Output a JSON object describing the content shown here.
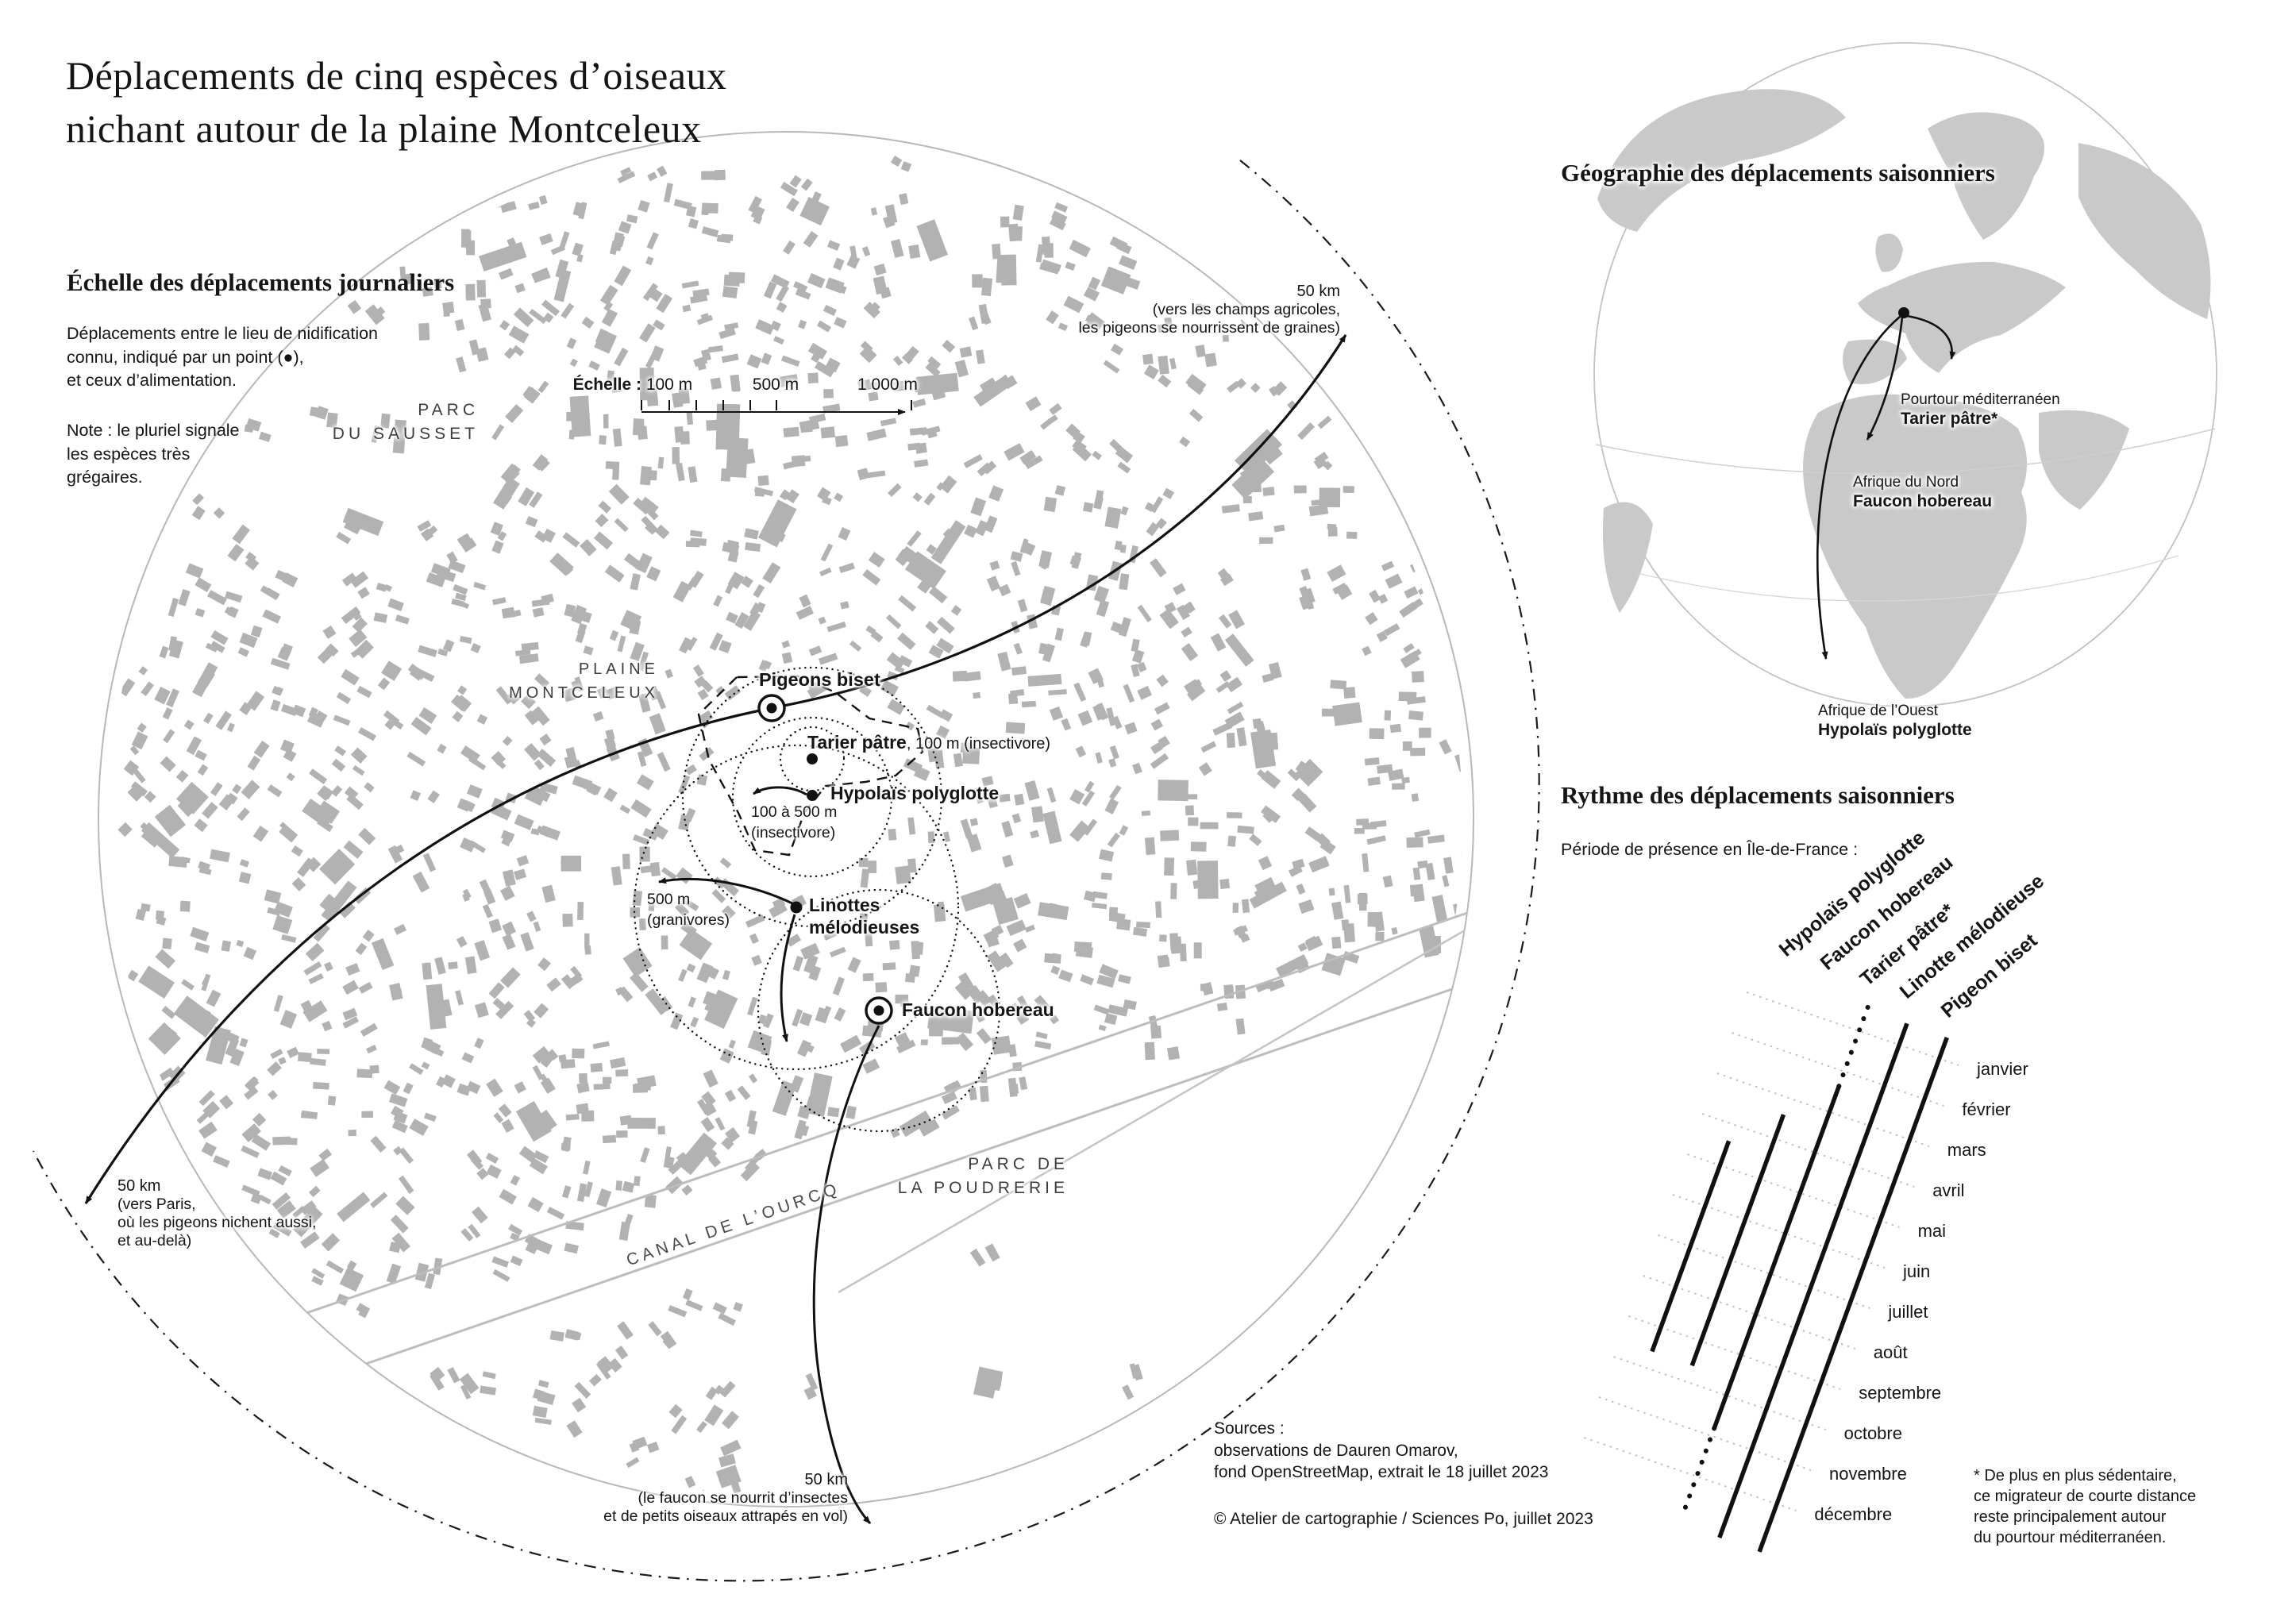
{
  "page_title_lines": [
    "Déplacements de cinq espèces d’oiseaux",
    "nichant autour de la plaine Montceleux"
  ],
  "daily_section": {
    "heading": "Échelle des déplacements journaliers",
    "intro_lines": [
      "Déplacements entre le lieu de nidification",
      "connu, indiqué par un point (●),",
      "et ceux d’alimentation."
    ],
    "note_lines": [
      "Note : le pluriel signale",
      "les espèces très",
      "grégaires."
    ]
  },
  "scale_bar": {
    "label": "Échelle :",
    "ticks": [
      "100 m",
      "500 m",
      "1 000 m"
    ]
  },
  "map": {
    "area_labels": {
      "parc_sausset": [
        "PARC",
        "DU SAUSSET"
      ],
      "plaine": [
        "PLAINE",
        "MONTCELEUX"
      ],
      "canal": "CANAL DE L’OURCQ",
      "poudrerie": [
        "PARC DE",
        "LA POUDRERIE"
      ]
    },
    "species_points": [
      {
        "label": "Pigeons biset"
      },
      {
        "label": "Tarier pâtre",
        "detail": ", 100 m (insectivore)"
      },
      {
        "label": "Hypolaïs polyglotte"
      },
      {
        "label": "Linottes",
        "label2": "mélodieuses"
      },
      {
        "label": "Faucon hobereau"
      }
    ],
    "range_annotations": [
      {
        "lines": [
          "100 à 500 m",
          "(insectivore)"
        ]
      },
      {
        "lines": [
          "500 m",
          "(granivores)"
        ]
      }
    ],
    "distance_annotations": [
      {
        "lines": [
          "50 km",
          "(vers les champs agricoles,",
          "les pigeons se nourrissent de graines)"
        ]
      },
      {
        "lines": [
          "50 km",
          "(vers Paris,",
          "où les pigeons nichent aussi,",
          "et au-delà)"
        ]
      },
      {
        "lines": [
          "50 km",
          "(le faucon se nourrit d’insectes",
          "et de petits oiseaux attrapés en vol)"
        ]
      }
    ]
  },
  "geography_section": {
    "heading": "Géographie des déplacements saisonniers",
    "destinations": [
      {
        "region": "Pourtour méditerranéen",
        "species": "Tarier pâtre*"
      },
      {
        "region": "Afrique du Nord",
        "species": "Faucon hobereau"
      },
      {
        "region": "Afrique de l’Ouest",
        "species": "Hypolaïs polyglotte"
      }
    ]
  },
  "rhythm_section": {
    "heading": "Rythme des déplacements saisonniers",
    "subheading": "Période de présence en Île-de-France :",
    "footnote_lines": [
      "* De plus en plus sédentaire,",
      "ce migrateur de courte distance",
      "reste principalement autour",
      "du pourtour méditerranéen."
    ]
  },
  "chart_data": {
    "type": "gantt",
    "title": "Rythme des déplacements saisonniers",
    "subtitle": "Période de présence en Île-de-France :",
    "categories_months": [
      "janvier",
      "février",
      "mars",
      "avril",
      "mai",
      "juin",
      "juillet",
      "août",
      "septembre",
      "octobre",
      "novembre",
      "décembre"
    ],
    "month_axis_range": [
      0,
      12
    ],
    "layout": "gantt oblique : mois en lignes pointillées descendant vers la droite, espèces en barres diagonales",
    "series": [
      {
        "name": "Hypolaïs polyglotte",
        "presence": "mi-avril à mi-septembre",
        "segments": [
          {
            "from": 3.3,
            "to": 8.5,
            "style": "solid"
          }
        ]
      },
      {
        "name": "Faucon hobereau",
        "presence": "avril à mi-septembre",
        "segments": [
          {
            "from": 2.3,
            "to": 8.5,
            "style": "solid"
          }
        ]
      },
      {
        "name": "Tarier pâtre*",
        "presence": "toute l’année, présence hivernale partielle",
        "segments": [
          {
            "from": -0.7,
            "to": 1.25,
            "style": "dotted"
          },
          {
            "from": 1.25,
            "to": 9.7,
            "style": "solid"
          },
          {
            "from": 9.7,
            "to": 11.9,
            "style": "dotted"
          }
        ]
      },
      {
        "name": "Linotte mélodieuse",
        "presence": "toute l’année",
        "segments": [
          {
            "from": -0.65,
            "to": 12.05,
            "style": "solid"
          }
        ]
      },
      {
        "name": "Pigeon biset",
        "presence": "toute l’année",
        "segments": [
          {
            "from": -0.65,
            "to": 12.05,
            "style": "solid"
          }
        ]
      }
    ]
  },
  "sources": {
    "lines": [
      "Sources :",
      "observations de Dauren Omarov,",
      "fond OpenStreetMap, extrait le 18 juillet 2023"
    ],
    "copyright": "© Atelier de cartographie / Sciences Po, juillet 2023"
  },
  "colors": {
    "building": "#b2b2b2",
    "land": "#c9c9c9",
    "ink": "#111111",
    "gray_line": "#bdbdbd"
  }
}
